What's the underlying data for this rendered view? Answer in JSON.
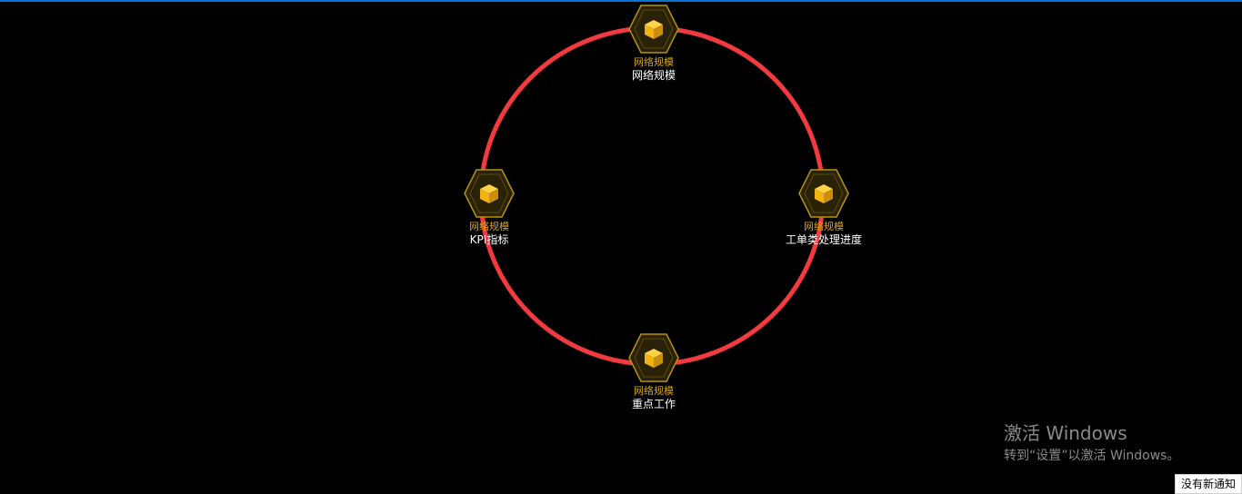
{
  "colors": {
    "background": "#000000",
    "accent_bar": "#0a74d6",
    "ring": "#f23a3f",
    "hex_stroke": "#b8920d",
    "hex_fill": "#2a2206",
    "cube": "#f0b312",
    "label_gold": "#d6a514",
    "label_white": "#ffffff"
  },
  "nodes": [
    {
      "id": "top",
      "icon": "cube-icon",
      "category": "网络规模",
      "name": "网络规模"
    },
    {
      "id": "left",
      "icon": "cube-icon",
      "category": "网络规模",
      "name": "KPI指标"
    },
    {
      "id": "right",
      "icon": "cube-icon",
      "category": "网络规模",
      "name": "工单类处理进度"
    },
    {
      "id": "bottom",
      "icon": "cube-icon",
      "category": "网络规模",
      "name": "重点工作"
    }
  ],
  "watermark": {
    "title": "激活 Windows",
    "subtitle": "转到“设置”以激活 Windows。"
  },
  "notification": {
    "label": "没有新通知"
  }
}
